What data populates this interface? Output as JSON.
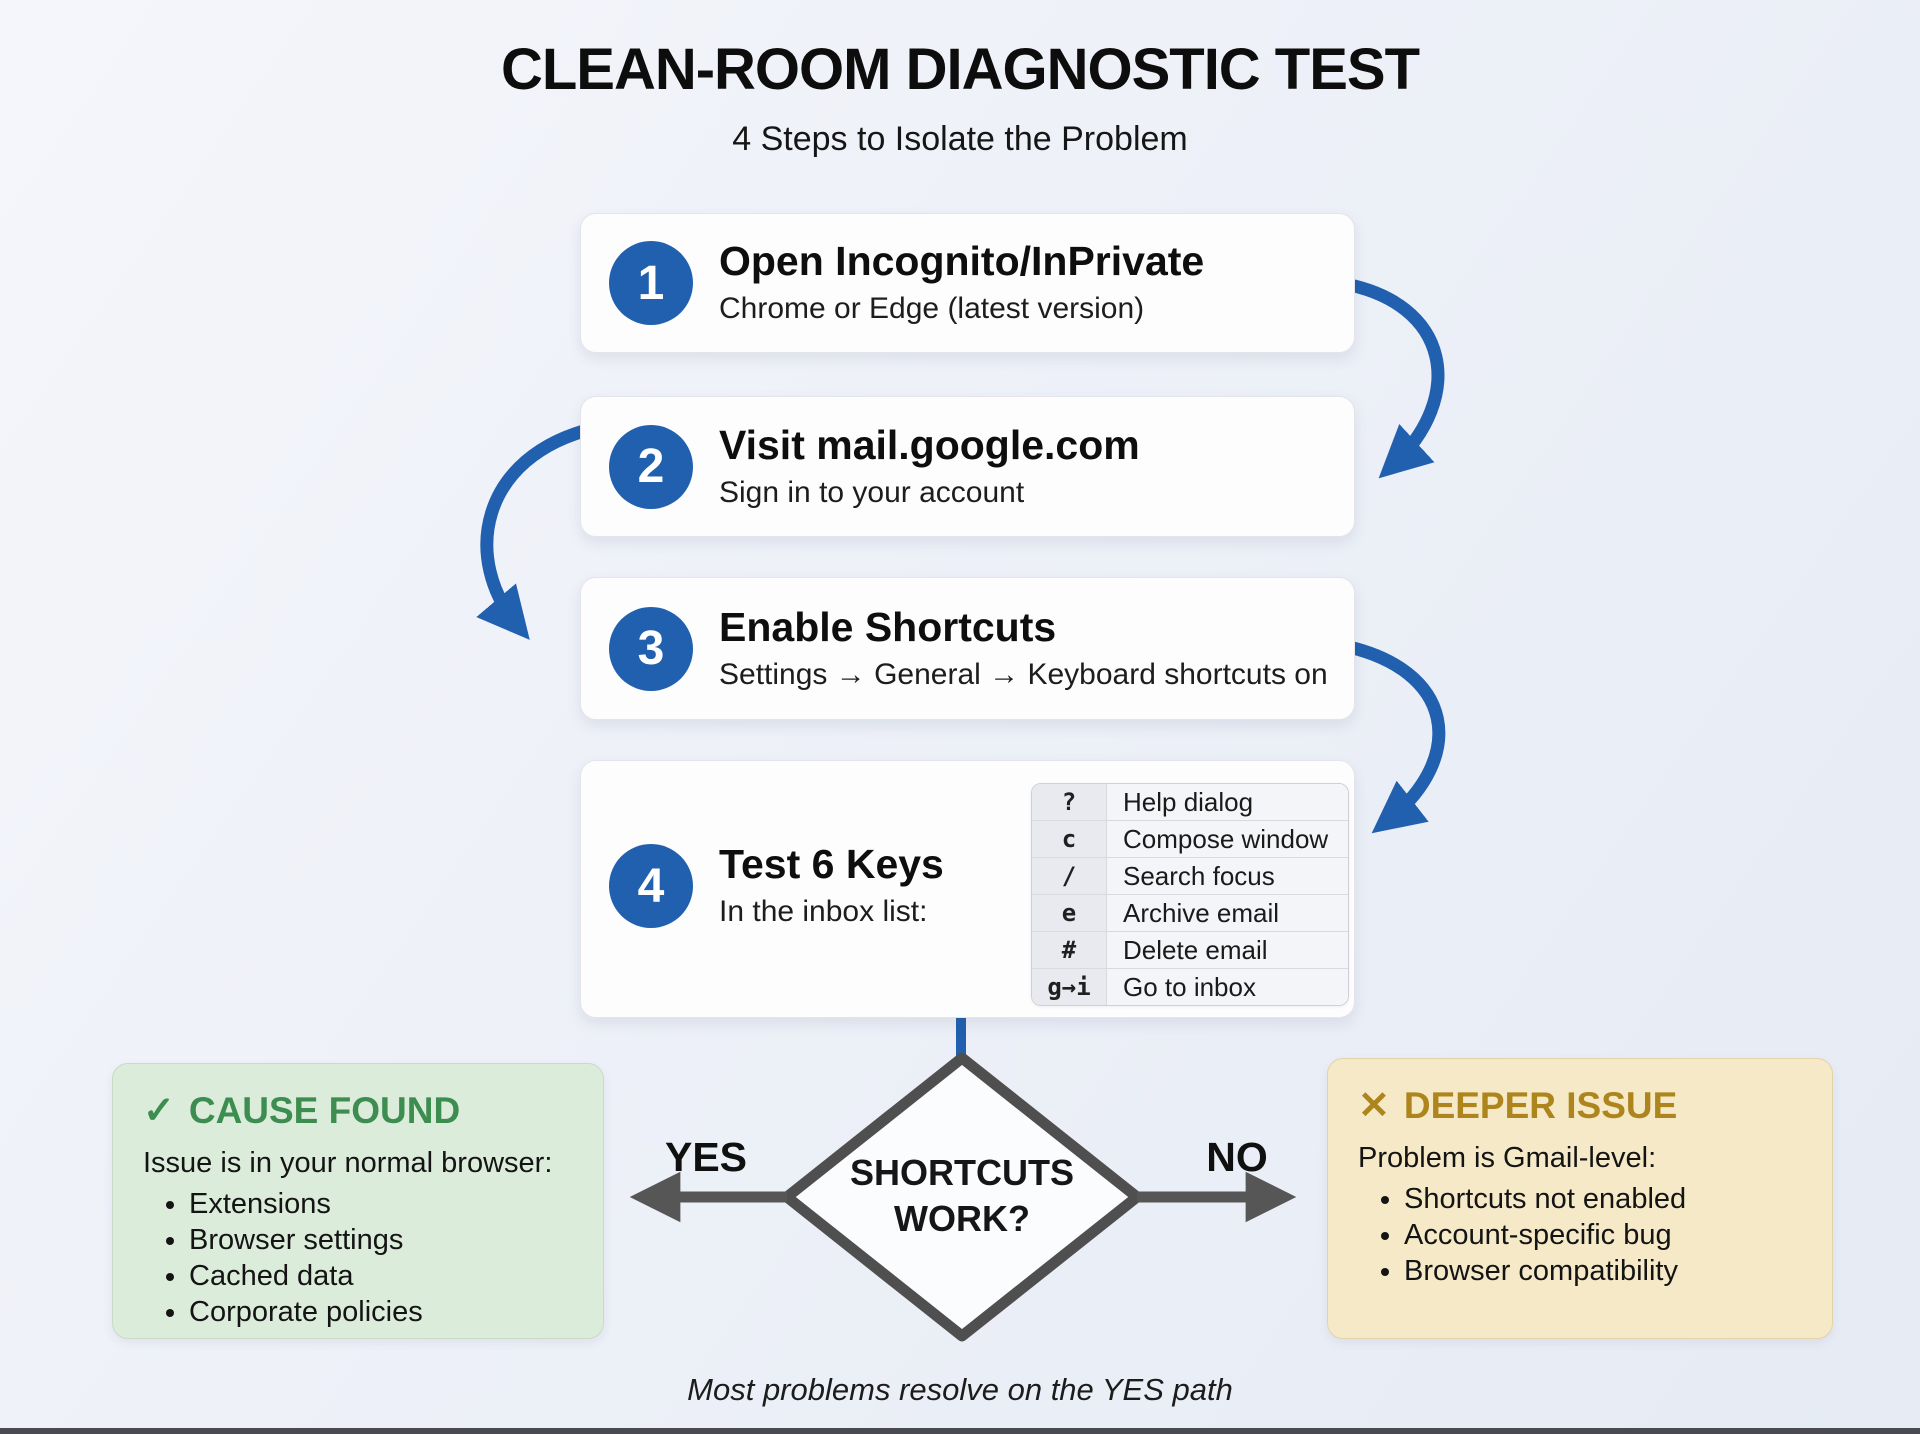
{
  "page": {
    "title": "CLEAN-ROOM DIAGNOSTIC TEST",
    "subtitle": "4 Steps to Isolate the Problem",
    "footer_note": "Most problems resolve on the YES path"
  },
  "colors": {
    "accent_blue": "#2160ae",
    "flow_gray": "#4f4f4f",
    "success_green": "#3d8c50",
    "success_bg": "#dcecdb",
    "warning_gold": "#ae851d",
    "warning_bg": "#f5e9c8"
  },
  "steps": [
    {
      "number": "1",
      "title": "Open Incognito/InPrivate",
      "subtitle": "Chrome or Edge (latest version)"
    },
    {
      "number": "2",
      "title": "Visit mail.google.com",
      "subtitle": "Sign in to your account"
    },
    {
      "number": "3",
      "title": "Enable Shortcuts",
      "subtitle": "Settings → General → Keyboard shortcuts on"
    },
    {
      "number": "4",
      "title": "Test 6 Keys",
      "subtitle": "In the inbox list:"
    }
  ],
  "key_table": {
    "rows": [
      {
        "key": "?",
        "action": "Help dialog"
      },
      {
        "key": "c",
        "action": "Compose window"
      },
      {
        "key": "/",
        "action": "Search focus"
      },
      {
        "key": "e",
        "action": "Archive email"
      },
      {
        "key": "#",
        "action": "Delete email"
      },
      {
        "key": "g→i",
        "action": "Go to inbox"
      }
    ]
  },
  "decision": {
    "question_line1": "SHORTCUTS",
    "question_line2": "WORK?",
    "yes_label": "YES",
    "no_label": "NO"
  },
  "outcomes": {
    "yes": {
      "icon": "✓",
      "heading": "CAUSE FOUND",
      "intro": "Issue is in your normal browser:",
      "bullets": [
        "Extensions",
        "Browser settings",
        "Cached data",
        "Corporate policies"
      ]
    },
    "no": {
      "icon": "✕",
      "heading": "DEEPER ISSUE",
      "intro": "Problem is Gmail-level:",
      "bullets": [
        "Shortcuts not enabled",
        "Account-specific bug",
        "Browser compatibility"
      ]
    }
  }
}
